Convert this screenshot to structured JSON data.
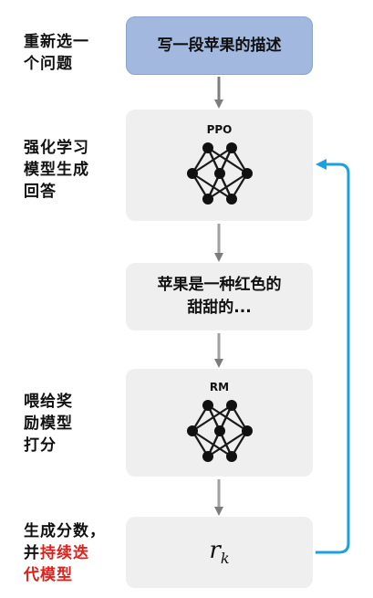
{
  "steps": [
    {
      "label": "重新选一\n个问题",
      "box_text": "写一段苹果的描述"
    },
    {
      "label": "强化学习\n模型生成\n回答",
      "model_name": "PPO"
    },
    {
      "box_text": "苹果是一种红色的\n甜甜的..."
    },
    {
      "label": "喂给奖\n励模型\n打分",
      "model_name": "RM"
    },
    {
      "label_plain": "生成分数，\n并",
      "label_highlight": "持续迭\n代模型",
      "reward_symbol": "r",
      "reward_subscript": "k"
    }
  ],
  "colors": {
    "prompt_box": "#a2b8de",
    "step_box": "#efefef",
    "down_arrow": "#7d7d7d",
    "loop_arrow": "#1ba1e2",
    "highlight_text": "#e0201b"
  },
  "icons": [
    "neural-network-icon"
  ]
}
